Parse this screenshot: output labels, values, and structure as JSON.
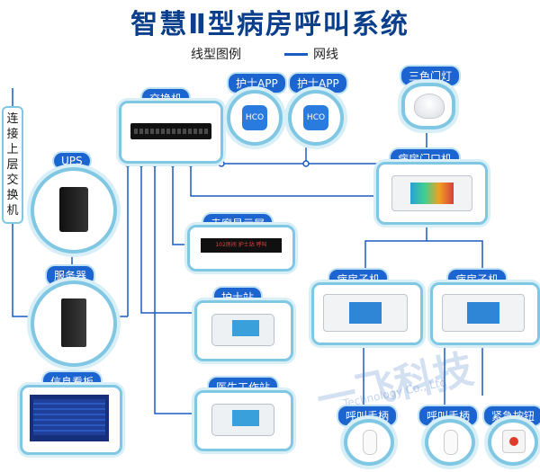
{
  "title": "智慧Ⅱ型病房呼叫系统",
  "legend": {
    "prefix": "线型图例",
    "item": "网线"
  },
  "nodes": {
    "switch": "交换机",
    "nurse_app_1": "护士APP",
    "nurse_app_2": "护士APP",
    "tricolor_lamp": "三色门灯",
    "ups": "UPS",
    "upper_switch": "连接上层交换机",
    "door_unit": "病房门口机",
    "corridor_display": "走廊显示屏",
    "server": "服务器",
    "nurse_station": "护士站",
    "room_unit_1": "病房子机",
    "room_unit_2": "病房子机",
    "info_board": "信息看板",
    "doctor_station": "医生工作站",
    "handset_1": "呼叫手柄",
    "handset_2": "呼叫手柄",
    "emergency_button": "紧急按钮"
  },
  "app_icon_text": "HCO",
  "corridor_display_text": "102房间 护士站 呼叫",
  "watermark": {
    "cn": "一飞科技",
    "en": "Technology Co., Ltd"
  },
  "colors": {
    "wire": "#1a5bc4",
    "tag": "#1c64d0",
    "border": "#7fc7e3",
    "title": "#0b3f8c"
  }
}
